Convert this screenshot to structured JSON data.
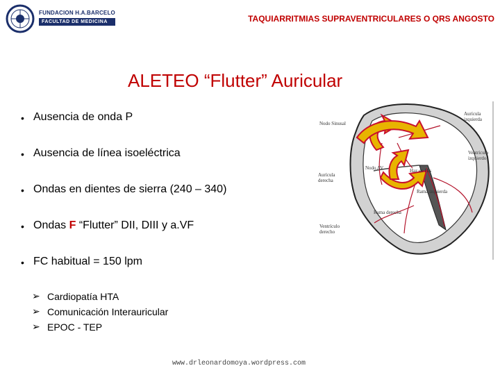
{
  "header": {
    "logo": {
      "line1": "FUNDACION H.A.BARCELO",
      "line2": "FACULTAD DE MEDICINA"
    },
    "title": "TAQUIARRITMIAS SUPRAVENTRICULARES O QRS ANGOSTO"
  },
  "slide": {
    "title": "ALETEO “Flutter” Auricular",
    "bullets": [
      {
        "text": "Ausencia de onda P"
      },
      {
        "text": "Ausencia de línea isoeléctrica"
      },
      {
        "text": "Ondas en dientes de sierra  (240 – 340)"
      },
      {
        "prefix": "Ondas ",
        "highlight": "F",
        "suffix": " “Flutter” DII, DIII y a.VF"
      },
      {
        "text": "FC habitual = 150 lpm"
      }
    ],
    "sub_bullets": [
      "Cardiopatía HTA",
      "Comunicación Interauricular",
      "EPOC - TEP"
    ]
  },
  "diagram": {
    "labels": {
      "nodo_sinusal": "Nodo Sinusal",
      "auricula_izquierda_1": "Aurícula",
      "auricula_izquierda_2": "izquierda",
      "ventriculo_izquierdo_1": "Ventrículo",
      "ventriculo_izquierdo_2": "izquierdo",
      "auricula_derecha_1": "Aurícula",
      "auricula_derecha_2": "derecha",
      "nodo_av": "Nodo AV",
      "haz_de_his": "Haz de His",
      "rama_izquierda": "Rama izquierda",
      "rama_derecha": "Rama derecha",
      "ventriculo_derecho_1": "Ventrículo",
      "ventriculo_derecho_2": "derecho"
    },
    "colors": {
      "arrow_fill": "#e8b400",
      "arrow_stroke": "#c8102e",
      "conduction": "#b3122a"
    }
  },
  "footer": {
    "url": "www.drleonardomoya.wordpress.com"
  },
  "colors": {
    "accent": "#c00000",
    "brand": "#1b2f6b"
  }
}
